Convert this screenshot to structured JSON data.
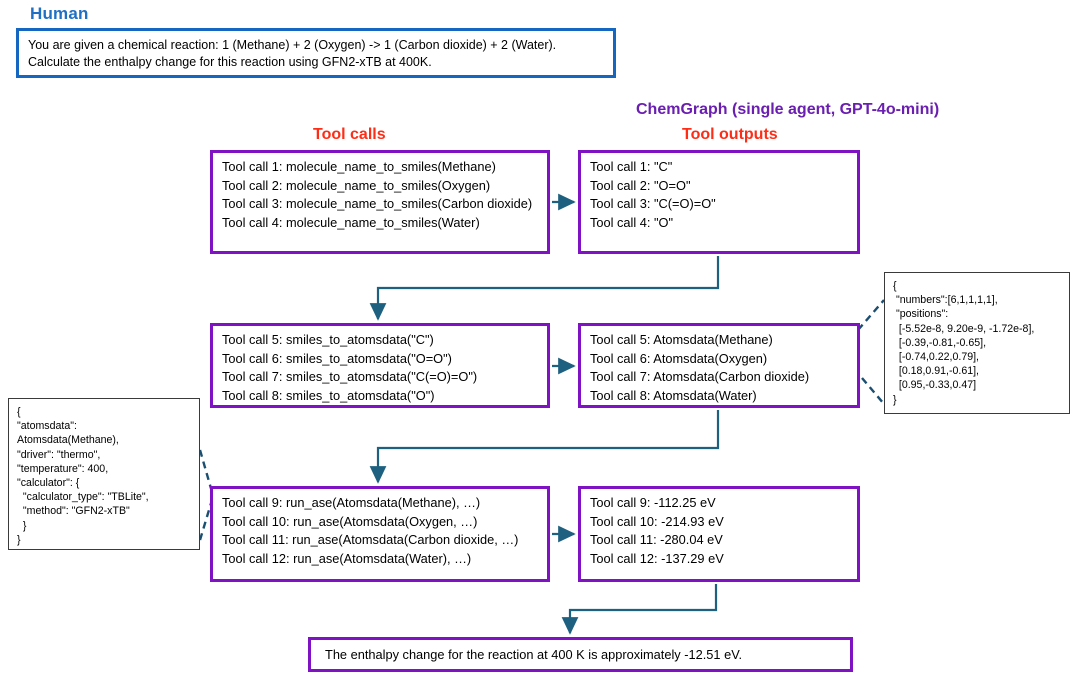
{
  "headings": {
    "human": "Human",
    "chemgraph": "ChemGraph (single agent, GPT-4o-mini)",
    "tool_calls": "Tool calls",
    "tool_outputs": "Tool outputs"
  },
  "prompt": {
    "text": "You are given a chemical reaction: 1 (Methane) + 2 (Oxygen) -> 1 (Carbon dioxide) + 2 (Water). Calculate the enthalpy change for this reaction using GFN2-xTB at 400K."
  },
  "nodes": {
    "calls_1": [
      "Tool call 1: molecule_name_to_smiles(Methane)",
      "Tool call 2: molecule_name_to_smiles(Oxygen)",
      "Tool call 3: molecule_name_to_smiles(Carbon dioxide)",
      "Tool call 4: molecule_name_to_smiles(Water)"
    ],
    "outputs_1": [
      "Tool call 1: \"C\"",
      "Tool call 2: \"O=O\"",
      "Tool call 3: \"C(=O)=O\"",
      "Tool call 4: \"O\""
    ],
    "calls_2": [
      "Tool call 5: smiles_to_atomsdata(\"C\")",
      "Tool call 6: smiles_to_atomsdata(\"O=O\")",
      "Tool call 7: smiles_to_atomsdata(\"C(=O)=O\")",
      "Tool call 8: smiles_to_atomsdata(\"O\")"
    ],
    "outputs_2": [
      "Tool call 5: Atomsdata(Methane)",
      "Tool call 6: Atomsdata(Oxygen)",
      "Tool call 7: Atomsdata(Carbon dioxide)",
      "Tool call 8: Atomsdata(Water)"
    ],
    "calls_3": [
      "Tool call 9: run_ase(Atomsdata(Methane), …)",
      "Tool call 10: run_ase(Atomsdata(Oxygen, …)",
      "Tool call 11: run_ase(Atomsdata(Carbon dioxide, …)",
      "Tool call 12: run_ase(Atomsdata(Water), …)"
    ],
    "outputs_3": [
      "Tool call 9: -112.25 eV",
      "Tool call 10: -214.93 eV",
      "Tool call 11: -280.04 eV",
      "Tool call 12: -137.29 eV"
    ],
    "final_answer": "The enthalpy change for the reaction at 400 K is approximately -12.51 eV."
  },
  "callouts": {
    "atomsdata_json": [
      "{",
      " \"numbers\":[6,1,1,1,1],",
      " \"positions\":",
      "  [-5.52e-8, 9.20e-9, -1.72e-8],",
      "  [-0.39,-0.81,-0.65],",
      "  [-0.74,0.22,0.79],",
      "  [0.18,0.91,-0.61],",
      "  [0.95,-0.33,0.47]",
      "}"
    ],
    "run_ase_json": [
      "{",
      "\"atomsdata\":",
      "Atomsdata(Methane),",
      "\"driver\": \"thermo\",",
      "\"temperature\": 400,",
      "\"calculator\": {",
      "  \"calculator_type\": \"TBLite\",",
      "  \"method\": \"GFN2-xTB\"",
      "  }",
      "}"
    ]
  },
  "colors": {
    "human_blue": "#1f6fc4",
    "prompt_border": "#1566c0",
    "chemgraph_purple": "#6a1fb0",
    "node_border": "#7f13c4",
    "column_title_red": "#ff2d16",
    "wire_teal": "#1d6080",
    "callout_border": "#3a3a3a"
  }
}
